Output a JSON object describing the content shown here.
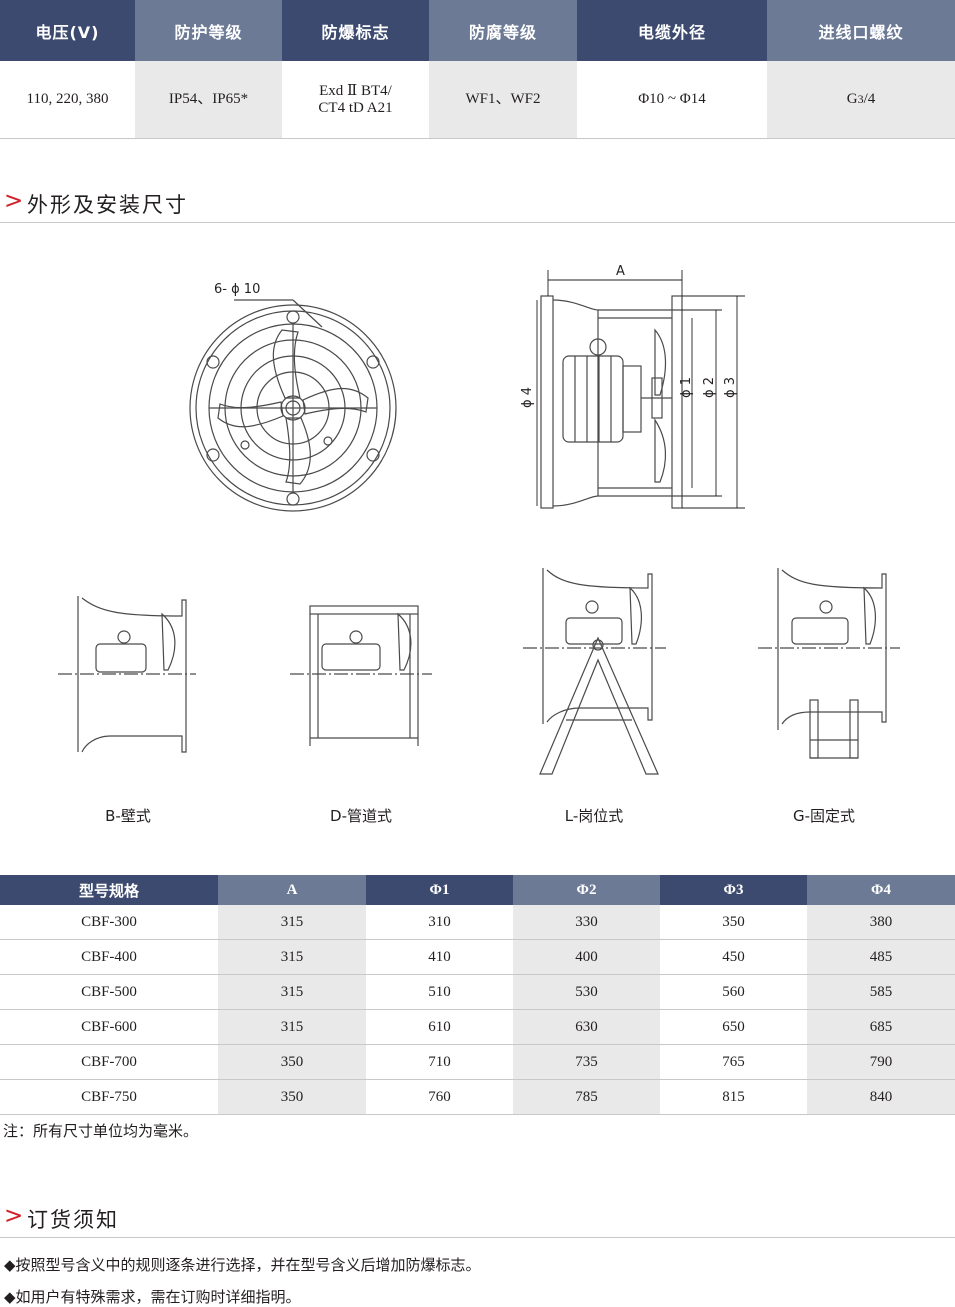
{
  "spec_table": {
    "headers": [
      "电压(V)",
      "防护等级",
      "防爆标志",
      "防腐等级",
      "电缆外径",
      "进线口螺纹"
    ],
    "values": [
      "110, 220, 380",
      "IP54、IP65*",
      "Exd Ⅱ BT4/",
      "CT4 tD A21",
      "WF1、WF2",
      "Φ10 ~ Φ14",
      "G ",
      "3",
      "/4"
    ]
  },
  "section_outline": {
    "arrow": ">",
    "title": "外形及安装尺寸"
  },
  "drawings": {
    "front_label": "6- ϕ 10",
    "side_labels": {
      "a": "A",
      "phi1": "ϕ 1",
      "phi2": "ϕ 2",
      "phi3": "ϕ 3",
      "phi4": "ϕ 4"
    },
    "mount_captions": [
      "B-壁式",
      "D-管道式",
      "L-岗位式",
      "G-固定式"
    ]
  },
  "dims_table": {
    "headers": [
      "型号规格",
      "A",
      "Φ1",
      "Φ2",
      "Φ3",
      "Φ4"
    ],
    "rows": [
      [
        "CBF-300",
        "315",
        "310",
        "330",
        "350",
        "380"
      ],
      [
        "CBF-400",
        "315",
        "410",
        "400",
        "450",
        "485"
      ],
      [
        "CBF-500",
        "315",
        "510",
        "530",
        "560",
        "585"
      ],
      [
        "CBF-600",
        "315",
        "610",
        "630",
        "650",
        "685"
      ],
      [
        "CBF-700",
        "350",
        "710",
        "735",
        "765",
        "790"
      ],
      [
        "CBF-750",
        "350",
        "760",
        "785",
        "815",
        "840"
      ]
    ]
  },
  "note": "注：所有尺寸单位均为毫米。",
  "section_order": {
    "arrow": ">",
    "title": "订货须知"
  },
  "order_notes": [
    "◆按照型号含义中的规则逐条进行选择，并在型号含义后增加防爆标志。",
    "◆如用户有特殊需求，需在订购时详细指明。"
  ],
  "colors": {
    "header_dark": "#3c4a6f",
    "header_light": "#6c7a96",
    "accent": "#d21f27",
    "cell_grey": "#e9e9ea"
  }
}
